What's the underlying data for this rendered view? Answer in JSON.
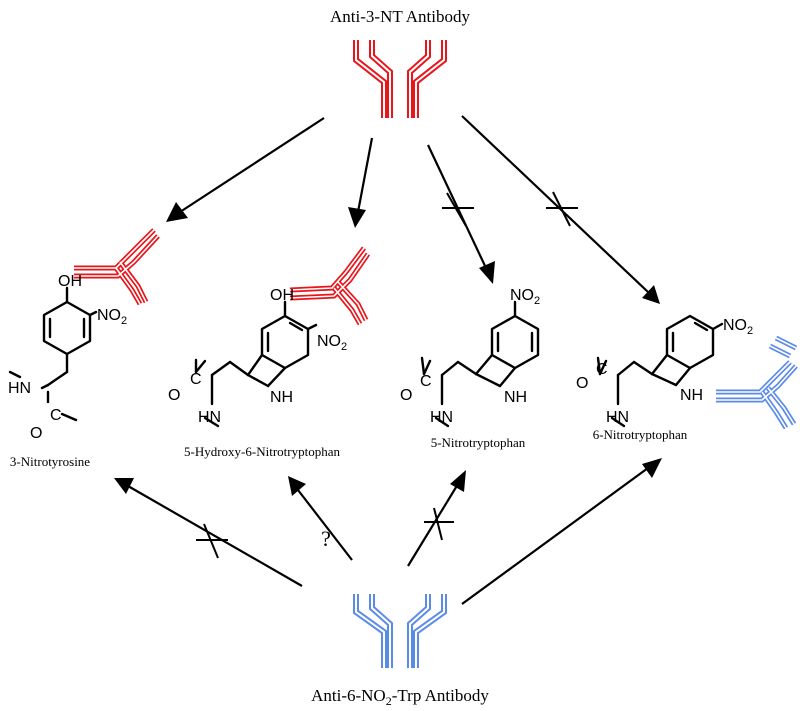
{
  "title_top": "Anti-3-NT Antibody",
  "title_bottom_prefix": "Anti-6-NO",
  "title_bottom_sub": "2",
  "title_bottom_suffix": "-Trp Antibody",
  "compounds": [
    {
      "id": "c1",
      "name": "3-Nitrotyrosine"
    },
    {
      "id": "c2",
      "name": "5-Hydroxy-6-Nitrotryptophan"
    },
    {
      "id": "c3",
      "name": "5-Nitrotryptophan"
    },
    {
      "id": "c4",
      "name": "6-Nitrotryptophan"
    }
  ],
  "atoms": {
    "oh": "OH",
    "no": "NO",
    "sub2": "2",
    "hn": "HN",
    "nh": "NH",
    "o": "O",
    "c": "C"
  },
  "uncertain_mark": "?",
  "colors": {
    "anti_3nt": "#e8161b",
    "anti_6no2trp": "#5b8be8",
    "ink": "#000000"
  },
  "binding": {
    "anti_3nt": {
      "3-Nitrotyrosine": "binds",
      "5-Hydroxy-6-Nitrotryptophan": "binds",
      "5-Nitrotryptophan": "no binding",
      "6-Nitrotryptophan": "no binding"
    },
    "anti_6no2trp": {
      "3-Nitrotyrosine": "no binding",
      "5-Hydroxy-6-Nitrotryptophan": "uncertain",
      "5-Nitrotryptophan": "no binding",
      "6-Nitrotryptophan": "binds"
    }
  }
}
